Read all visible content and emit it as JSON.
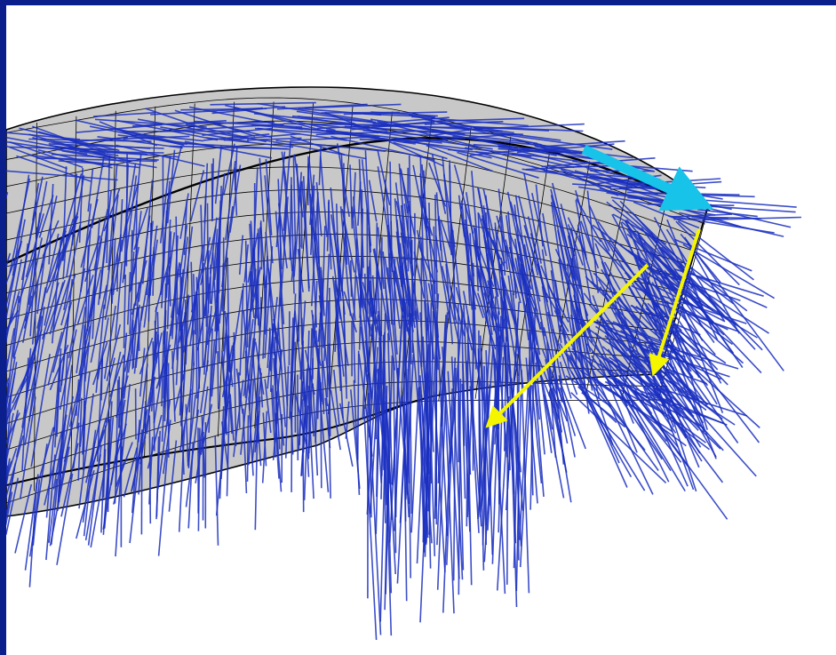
{
  "figure": {
    "kind": "3d-surface-hair-strands-illustration",
    "colors": {
      "border": "#0a1f8c",
      "background": "#ffffff",
      "surface_fill": "#c8c8c8",
      "mesh_lines": "#000000",
      "hair_strands": "#1a2fc0",
      "tangent_arrow": "#17c3e8",
      "direction_arrows": "#f5f500"
    },
    "arrows": [
      {
        "name": "tangent-arrow",
        "color": "cyan"
      },
      {
        "name": "direction-arrow-down",
        "color": "yellow"
      },
      {
        "name": "direction-arrow-diagonal",
        "color": "yellow"
      }
    ]
  }
}
